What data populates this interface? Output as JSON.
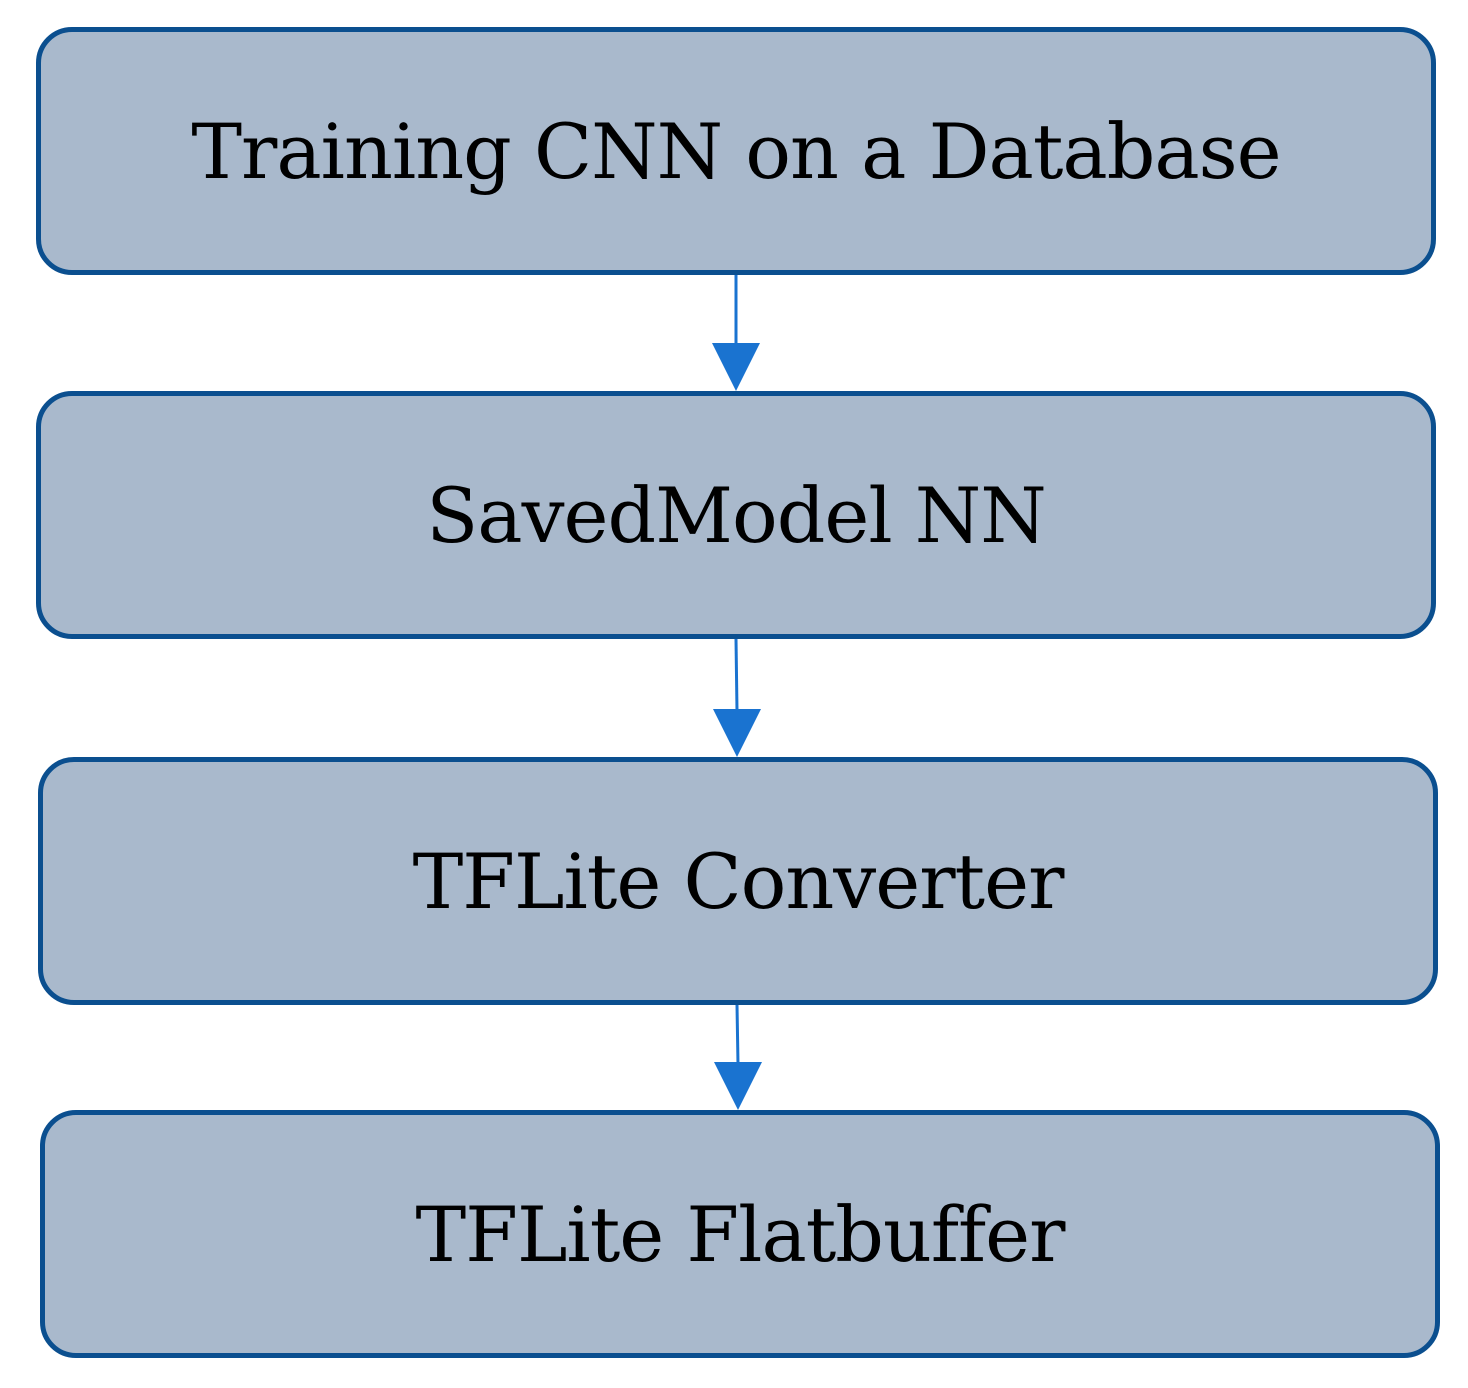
{
  "diagram": {
    "type": "flowchart",
    "nodes": [
      {
        "id": "n1",
        "label": "Training CNN on a Database"
      },
      {
        "id": "n2",
        "label": "SavedModel NN"
      },
      {
        "id": "n3",
        "label": "TFLite Converter"
      },
      {
        "id": "n4",
        "label": "TFLite Flatbuffer"
      }
    ],
    "edges": [
      {
        "from": "n1",
        "to": "n2"
      },
      {
        "from": "n2",
        "to": "n3"
      },
      {
        "from": "n3",
        "to": "n4"
      }
    ]
  },
  "colors": {
    "node_fill": "#a9b9cc",
    "node_border": "#0b4f8f",
    "arrow": "#1a73d0",
    "text": "#000000"
  }
}
